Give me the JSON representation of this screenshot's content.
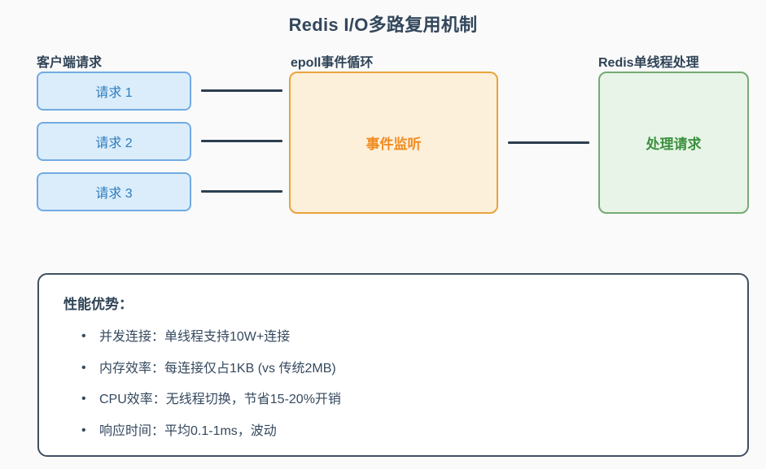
{
  "title": "Redis I/O多路复用机制",
  "columns": {
    "client": {
      "header": "客户端请求",
      "requests": [
        "请求 1",
        "请求 2",
        "请求 3"
      ]
    },
    "epoll": {
      "header": "epoll事件循环",
      "box_label": "事件监听"
    },
    "redis": {
      "header": "Redis单线程处理",
      "box_label": "处理请求"
    }
  },
  "advantages": {
    "heading": "性能优势：",
    "items": [
      "并发连接：单线程支持10W+连接",
      "内存效率：每连接仅占1KB (vs 传统2MB)",
      "CPU效率：无线程切换，节省15-20%开销",
      "响应时间：平均0.1-1ms，波动"
    ]
  },
  "colors": {
    "background": "#fafafa",
    "title_text": "#33475c",
    "client_fill": "#dbedfb",
    "client_border": "#71abe2",
    "client_text": "#2b7bbd",
    "epoll_fill": "#fdf0db",
    "epoll_border": "#e9a33c",
    "epoll_text": "#f08c22",
    "redis_fill": "#e8f4e7",
    "redis_border": "#74ab72",
    "redis_text": "#3c9140",
    "connector": "#2c3e50",
    "panel_border": "#3f4f61"
  }
}
